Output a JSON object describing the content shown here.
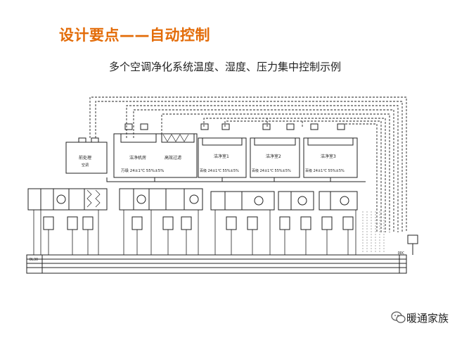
{
  "slide": {
    "title": "设计要点——自动控制",
    "subtitle": "多个空调净化系统温度、湿度、压力集中控制示例"
  },
  "diagram": {
    "rooms": [
      {
        "id": "room-small",
        "name": "前处理",
        "sub": "空调"
      },
      {
        "id": "room-a",
        "name": "洁净机房",
        "name2": "高效过滤",
        "spec": "万级   24±1℃   55%±5%"
      },
      {
        "id": "room-b",
        "name": "洁净室1",
        "spec": "百级  24±1℃   55%±5%"
      },
      {
        "id": "room-c",
        "name": "洁净室2",
        "spec": "百级  24±1℃   55%±5%"
      },
      {
        "id": "room-d",
        "name": "洁净室3",
        "spec": "百级  24±1℃   55%±5%"
      }
    ],
    "controller_label": "DDC",
    "left_panel_label": "DL30",
    "right_panel_label": "DDC"
  },
  "watermark": {
    "text": "暖通家族",
    "icon": "wechat-icon"
  }
}
